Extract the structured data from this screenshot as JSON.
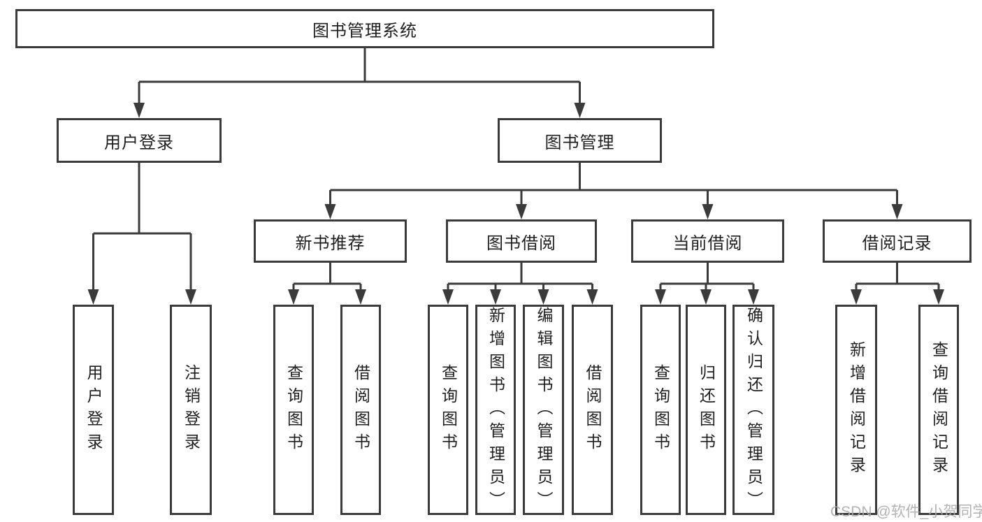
{
  "diagram": {
    "root": {
      "label": "图书管理系统"
    },
    "branches": [
      {
        "label": "用户登录",
        "children": [
          "用户登录",
          "注销登录"
        ]
      },
      {
        "label": "图书管理",
        "sections": [
          {
            "label": "新书推荐",
            "children": [
              "查询图书",
              "借阅图书"
            ]
          },
          {
            "label": "图书借阅",
            "children": [
              "查询图书",
              "新增图书（管理员）",
              "编辑图书（管理员）",
              "借阅图书"
            ]
          },
          {
            "label": "当前借阅",
            "children": [
              "查询图书",
              "归还图书",
              "确认归还（管理员）"
            ]
          },
          {
            "label": "借阅记录",
            "children": [
              "新增借阅记录",
              "查询借阅记录"
            ]
          }
        ]
      }
    ]
  },
  "watermark": {
    "text": "CSDN @软件_小贺同学"
  },
  "colors": {
    "line": "#3b3b3b",
    "text": "#1f1f1f",
    "watermark": "#ababab",
    "background": "#ffffff"
  }
}
